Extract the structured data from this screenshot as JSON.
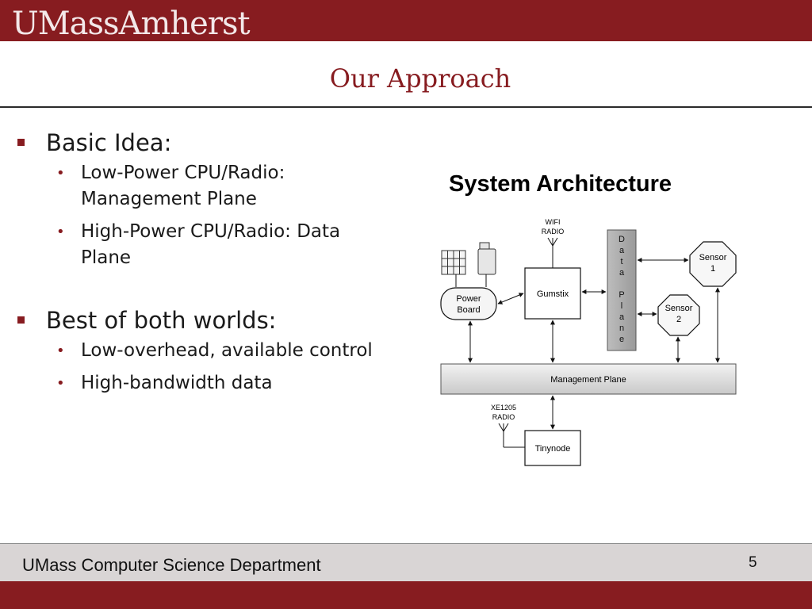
{
  "header": {
    "logo": "UMassAmherst",
    "title": "Our Approach"
  },
  "bullets": [
    {
      "label": "Basic Idea:",
      "sub": [
        "Low-Power CPU/Radio: Management Plane",
        "High-Power CPU/Radio: Data Plane"
      ]
    },
    {
      "label": "Best of both worlds:",
      "sub": [
        "Low-overhead, available control",
        "High-bandwidth data"
      ]
    }
  ],
  "diagram": {
    "title": "System Architecture",
    "wifi_radio": [
      "WIFI",
      "RADIO"
    ],
    "gumstix": "Gumstix",
    "data_plane": [
      "D",
      "a",
      "t",
      "a",
      "",
      "P",
      "l",
      "a",
      "n",
      "e"
    ],
    "power_board": [
      "Power",
      "Board"
    ],
    "sensor1": [
      "Sensor",
      "1"
    ],
    "sensor2": [
      "Sensor",
      "2"
    ],
    "management_plane": "Management Plane",
    "xe_radio": [
      "XE1205",
      "RADIO"
    ],
    "tinynode": "Tinynode"
  },
  "footer": {
    "department": "UMass Computer Science Department",
    "page": "5"
  },
  "colors": {
    "maroon": "#871c20",
    "footer_gray": "#d9d5d5"
  }
}
